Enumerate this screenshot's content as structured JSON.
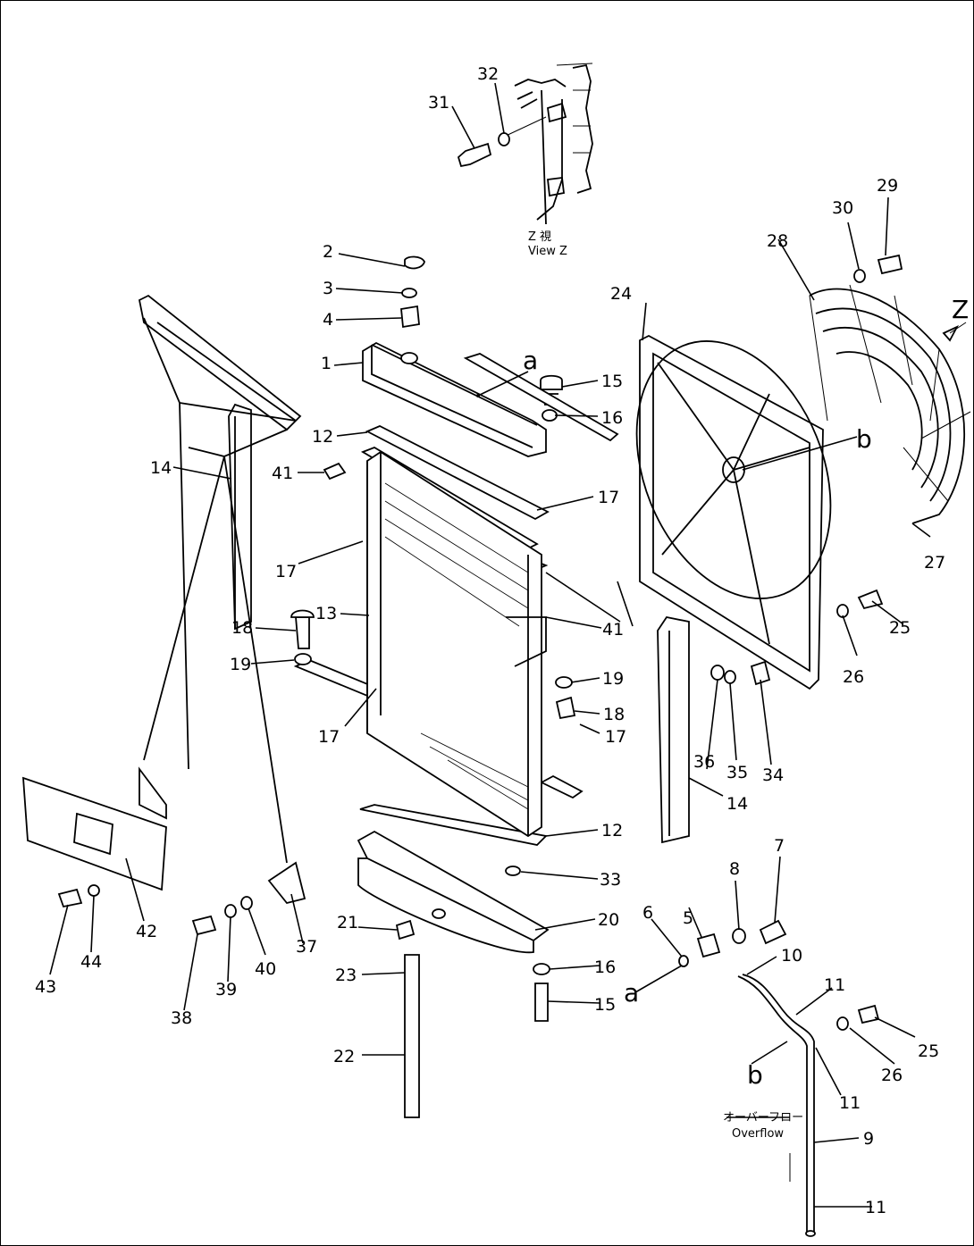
{
  "labels": {
    "p1": "1",
    "p2": "2",
    "p3": "3",
    "p4": "4",
    "p5": "5",
    "p6": "6",
    "p7": "7",
    "p8": "8",
    "p9": "9",
    "p10": "10",
    "p11a": "11",
    "p11b": "11",
    "p11c": "11",
    "p12a": "12",
    "p12b": "12",
    "p13": "13",
    "p14a": "14",
    "p14b": "14",
    "p15a": "15",
    "p15b": "15",
    "p16a": "16",
    "p16b": "16",
    "p17a": "17",
    "p17b": "17",
    "p17c": "17",
    "p17d": "17",
    "p18a": "18",
    "p18b": "18",
    "p19a": "19",
    "p19b": "19",
    "p20": "20",
    "p21": "21",
    "p22": "22",
    "p23": "23",
    "p24": "24",
    "p25a": "25",
    "p25b": "25",
    "p26a": "26",
    "p26b": "26",
    "p27": "27",
    "p28": "28",
    "p29": "29",
    "p30": "30",
    "p31": "31",
    "p32": "32",
    "p33": "33",
    "p34": "34",
    "p35": "35",
    "p36": "36",
    "p37": "37",
    "p38": "38",
    "p39": "39",
    "p40": "40",
    "p41a": "41",
    "p41b": "41",
    "p42": "42",
    "p43": "43",
    "p44": "44",
    "ref_a1": "a",
    "ref_a2": "a",
    "ref_b1": "b",
    "ref_b2": "b",
    "view_marker": "Z"
  },
  "annotations": {
    "view_jp": "Z  視",
    "view_en": "View Z",
    "overflow_jp": "オーバーフロー",
    "overflow_en": "Overflow"
  }
}
